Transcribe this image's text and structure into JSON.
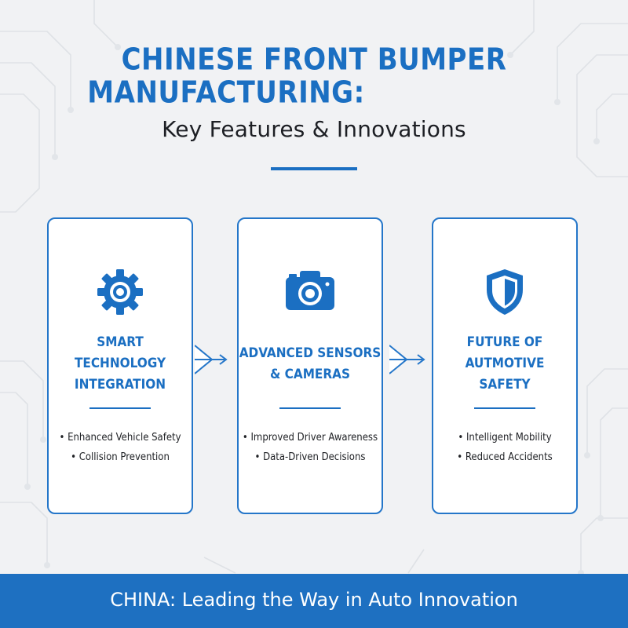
{
  "header": {
    "title_line1": "CHINESE FRONT BUMPER",
    "title_line2": "MANUFACTURING:",
    "subtitle": "Key Features & Innovations"
  },
  "cards": [
    {
      "icon": "gear-icon",
      "title_lines": [
        "SMART",
        "TECHNOLOGY",
        "INTEGRATION"
      ],
      "bullets": [
        "• Enhanced Vehicle Safety",
        "• Collision Prevention"
      ]
    },
    {
      "icon": "camera-icon",
      "title_lines": [
        "ADVANCED SENSORS",
        "& CAMERAS"
      ],
      "bullets": [
        "• Improved Driver Awareness",
        "• Data-Driven Decisions"
      ]
    },
    {
      "icon": "shield-icon",
      "title_lines": [
        "FUTURE OF",
        "AUTMOTIVE",
        "SAFETY"
      ],
      "bullets": [
        "• Intelligent Mobility",
        "• Reduced Accidents"
      ]
    }
  ],
  "footer": {
    "text": "CHINA: Leading the Way in Auto Innovation"
  },
  "colors": {
    "accent": "#1b6fc2",
    "footer_bg": "#1e70c1",
    "background": "#f1f2f4",
    "text_dark": "#1d1f24"
  }
}
